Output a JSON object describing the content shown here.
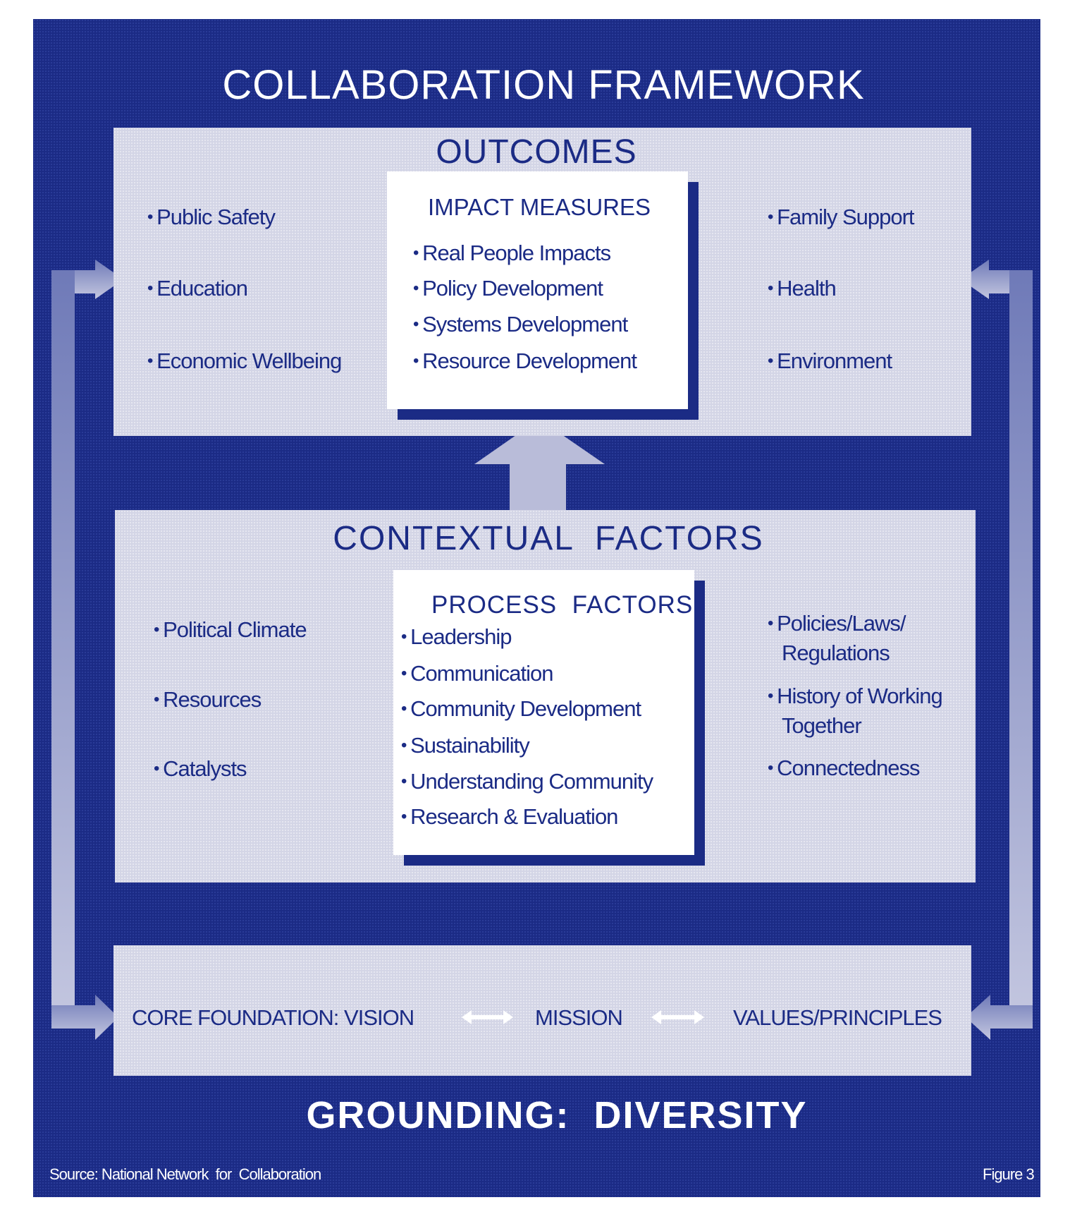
{
  "title": "COLLABORATION FRAMEWORK",
  "outcomes": {
    "heading": "OUTCOMES",
    "left": [
      "Public Safety",
      "Education",
      "Economic Wellbeing"
    ],
    "right": [
      "Family Support",
      "Health",
      "Environment"
    ],
    "impact": {
      "heading": "IMPACT MEASURES",
      "items": [
        "Real People Impacts",
        "Policy Development",
        "Systems Development",
        "Resource Development"
      ]
    }
  },
  "contextual": {
    "heading": "CONTEXTUAL  FACTORS",
    "left": [
      "Political Climate",
      "Resources",
      "Catalysts"
    ],
    "right": [
      "Policies/Laws/",
      "Regulations",
      "History of Working",
      "Together",
      "Connectedness"
    ],
    "process": {
      "heading": "PROCESS  FACTORS",
      "items": [
        "Leadership",
        "Communication",
        "Community Development",
        "Sustainability",
        "Understanding Community",
        "Research & Evaluation"
      ]
    }
  },
  "core": {
    "vision": "CORE FOUNDATION: VISION",
    "mission": "MISSION",
    "values": "VALUES/PRINCIPLES"
  },
  "grounding": "GROUNDING:  DIVERSITY",
  "source": "Source: National Network  for  Collaboration",
  "figure": "Figure 3",
  "colors": {
    "navy": "#1b2b85",
    "panel": "#d3d5e6",
    "white": "#ffffff"
  }
}
